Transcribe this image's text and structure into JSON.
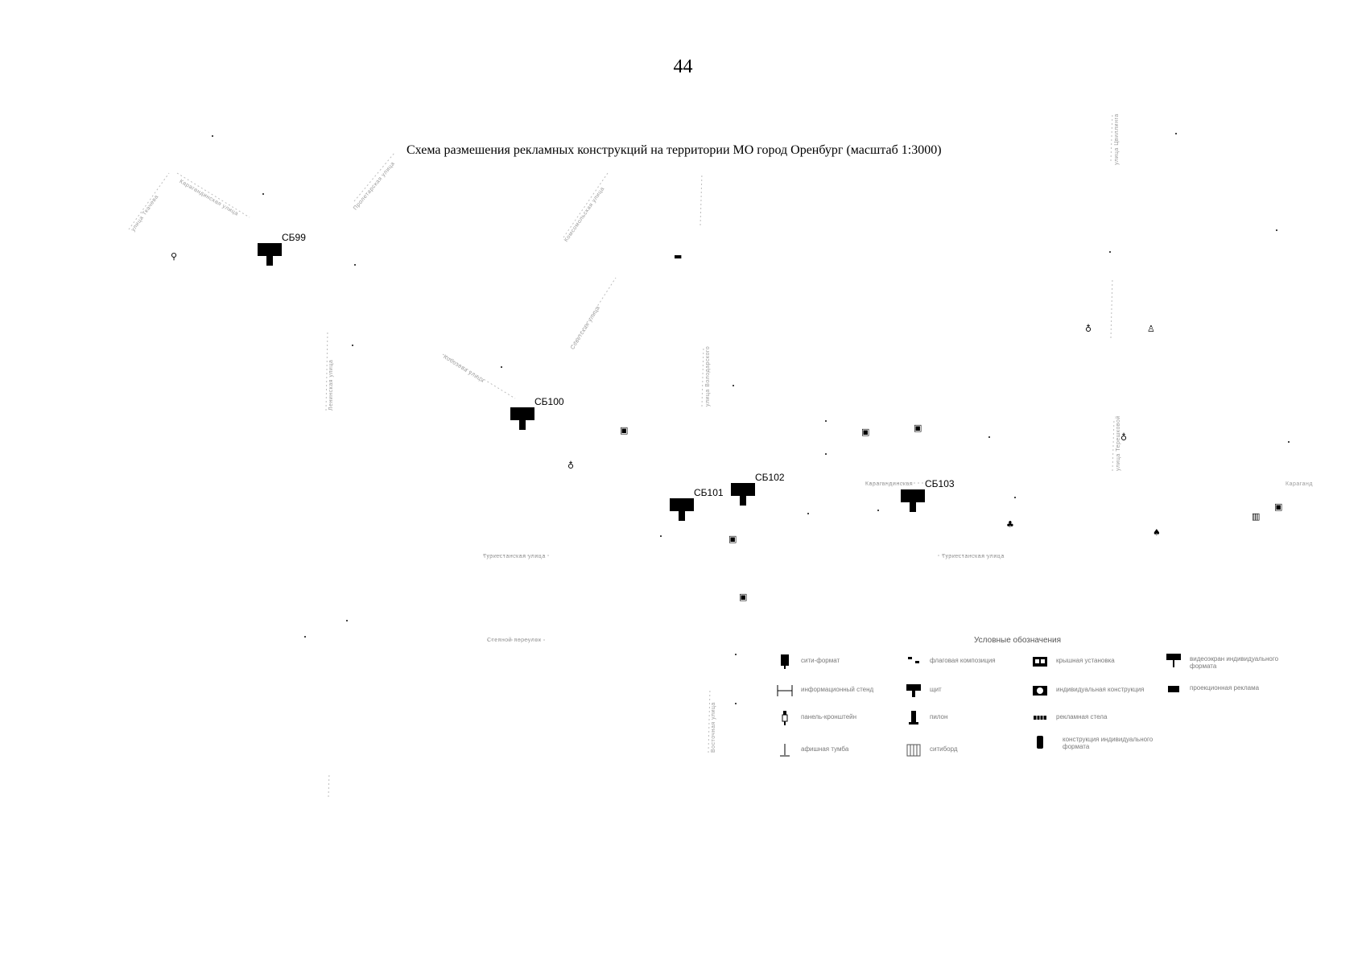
{
  "page": {
    "number": "44"
  },
  "map": {
    "title": "Схема размешения рекламных конструкций на территории МО город Оренбург (масштаб 1:3000)",
    "billboards": [
      {
        "id": "СБ99"
      },
      {
        "id": "СБ100"
      },
      {
        "id": "СБ101"
      },
      {
        "id": "СБ102"
      },
      {
        "id": "СБ103"
      }
    ],
    "legend": {
      "title": "Условные обозначения",
      "items": [
        {
          "label": "сити-формат",
          "icon": "city-format-icon"
        },
        {
          "label": "флаговая композиция",
          "icon": "flag-composition-icon"
        },
        {
          "label": "крышная установка",
          "icon": "roof-installation-icon"
        },
        {
          "label": "видеоэкран индивидуального формата",
          "icon": "video-screen-icon"
        },
        {
          "label": "информационный стенд",
          "icon": "info-stand-icon"
        },
        {
          "label": "щит",
          "icon": "billboard-icon"
        },
        {
          "label": "индивидуальная конструкция",
          "icon": "individual-construction-icon"
        },
        {
          "label": "проекционная реклама",
          "icon": "projection-ad-icon"
        },
        {
          "label": "панель-кронштейн",
          "icon": "bracket-panel-icon"
        },
        {
          "label": "пилон",
          "icon": "pylon-icon"
        },
        {
          "label": "рекламная стела",
          "icon": "advertising-stele-icon"
        },
        {
          "label": "афишная тумба",
          "icon": "poster-column-icon"
        },
        {
          "label": "ситиборд",
          "icon": "cityboard-icon"
        },
        {
          "label": "конструкция индивидуального формата",
          "icon": "individual-format-icon"
        }
      ]
    }
  },
  "colors": {
    "ink": "#000000",
    "faint": "#9a9a9a",
    "background": "#ffffff"
  }
}
